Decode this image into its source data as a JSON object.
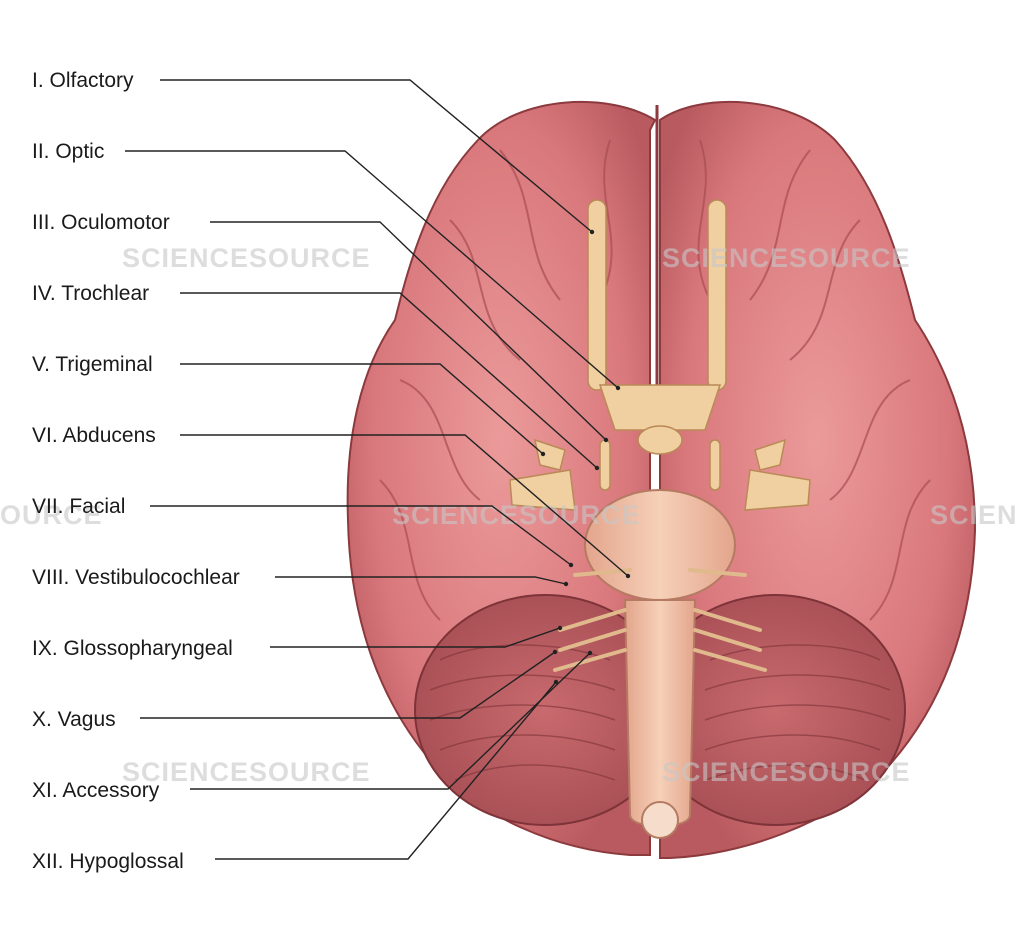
{
  "labels": [
    "I. Olfactory",
    "II. Optic",
    "III. Oculomotor",
    "IV. Trochlear",
    "V. Trigeminal",
    "VI. Abducens",
    "VII. Facial",
    "VIII. Vestibulocochlear",
    "IX. Glossopharyngeal",
    "X. Vagus",
    "XI. Accessory",
    "XII. Hypoglossal"
  ],
  "watermark": "SCIENCESOURCE",
  "watermark_fragment_left": "OURCE",
  "watermark_fragment_right": "SCIEN",
  "colors": {
    "background": "#ffffff",
    "text": "#1a1a1a",
    "leader_line": "#222222",
    "brain_tissue": "#d9787c",
    "brain_outline": "#8c3a3e",
    "cerebellum": "#b8595e",
    "nerve": "#f0cfa0",
    "brainstem": "#f0c2a6",
    "watermark": "#c8c8c8"
  }
}
